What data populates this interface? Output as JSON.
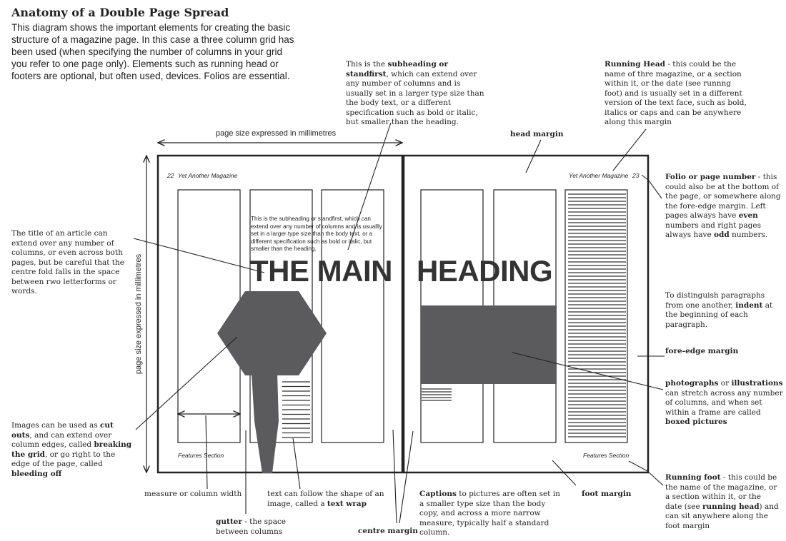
{
  "title": "Anatomy of a Double Page Spread",
  "intro": "This diagram shows the important elements for creating the basic structure of a magazine page.  In this case a three column grid has been used (when specifying the number of columns in your grid you refer to one page only). Elements such as running head or footers are optional, but often used, devices.  Folios are essential.",
  "spread": {
    "left_folio": "22",
    "left_running_head": "Yet Another Magazine",
    "right_running_head": "Yet Another Magazine",
    "right_folio": "23",
    "left_footer": "Features Section",
    "right_footer": "Features Section",
    "subheading_text": "This is the subheading or standfirst, which can extend over any number of columns and is usuallly set in a larger type size than the body text, or a different specification such as bold or italic, but smaller than the heading.",
    "heading_left": "THE MAIN",
    "heading_right": "HEADING",
    "width_label": "page size expressed in millimetres",
    "height_label": "page size expressed in millimetres"
  },
  "annotations": {
    "subheading": {
      "pre": "This is the ",
      "bold": "subheading or standfirst",
      "post": ", which can extend over any number of columns and is usually set in a larger type size than the body text, or a different specification such as bold or italic, but smaller than the heading."
    },
    "running_head": {
      "bold": "Running Head",
      "post": " - this could be the name of thre magazine, or a section within it, or the date (see runnng foot) and is usually set in a different version of the text face, such as bold, italics or caps and can be anywhere along this margin"
    },
    "head_margin": "head margin",
    "folio": {
      "bold": "Folio or page number",
      "mid1": " - this could also be at the bottom of the page, or somewhere along the fore-edge margin. Left pages always have ",
      "bold2": "even",
      "mid2": " numbers and right pages always have ",
      "bold3": "odd",
      "post": " numbers."
    },
    "title": "The title of an article can extend over any number of columns, or even across both pages, but be careful that the centre fold falls in the space between rwo letterforms or words.",
    "indent": {
      "pre": "To distinguish paragraphs from one another, ",
      "bold": "indent",
      "post": " at the beginning of each paragraph."
    },
    "fore_edge": "fore-edge margin",
    "photos": {
      "bold1": "photographs",
      "mid1": " or ",
      "bold2": "illustrations",
      "mid2": " can stretch across any number of columns, and when set within a frame are called ",
      "bold3": "boxed pictures"
    },
    "cutouts": {
      "pre": "Images can be used as ",
      "bold1": "cut outs",
      "mid1": ", and can extend over column edges, called ",
      "bold2": "breaking the grid",
      "mid2": ", or go right to the edge of the page, called ",
      "bold3": "bleeding off"
    },
    "measure": "measure or column width",
    "gutter": {
      "bold": "gutter",
      "post": " - the space between columns"
    },
    "text_wrap": {
      "pre": "text can follow the shape of an image, called a ",
      "bold": "text wrap"
    },
    "centre_margin": "centre margin",
    "captions": {
      "bold": "Captions",
      "post": " to pictures are often set in a smaller type size than the body copy, and across a more narrow measure, typically half a standard column."
    },
    "foot_margin": "foot margin",
    "running_foot": {
      "bold1": "Running foot",
      "mid1": " - this could be the name of the magazine, or a section within it, or the date (see ",
      "bold2": "running head",
      "post": ") and can sit anywhere along the foot margin"
    }
  },
  "colors": {
    "ink": "#222222",
    "shape_fill": "#5b5b5d",
    "frame": "#222222"
  }
}
